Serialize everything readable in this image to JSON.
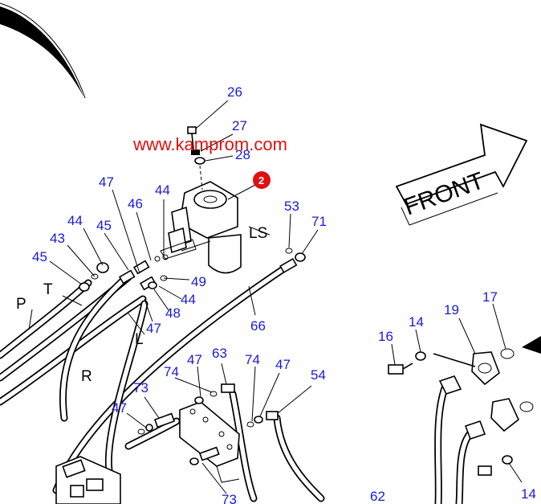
{
  "watermark": "www.kamprom.com",
  "front_label": "FRONT",
  "callout_badge": "2",
  "part_labels": {
    "p26": "26",
    "p27": "27",
    "p28": "28",
    "p47a": "47",
    "p44a": "44",
    "p46": "46",
    "p44b": "44",
    "p45a": "45",
    "p43": "43",
    "p45b": "45",
    "p53": "53",
    "p71": "71",
    "p49": "49",
    "p44c": "44",
    "p48": "48",
    "p47b": "47",
    "p66": "66",
    "p16": "16",
    "p14a": "14",
    "p19": "19",
    "p17": "17",
    "p47c": "47",
    "p63": "63",
    "p74a": "74",
    "p74b": "74",
    "p47d": "47",
    "p54": "54",
    "p73a": "73",
    "p47e": "47",
    "p73b": "73",
    "p62": "62",
    "p14b": "14"
  },
  "line_labels": {
    "LS": "LS",
    "T": "T",
    "P": "P",
    "L": "L",
    "R": "R"
  },
  "colors": {
    "part_number": "#1a1ad8",
    "watermark": "#e01010",
    "badge": "#e01010"
  }
}
